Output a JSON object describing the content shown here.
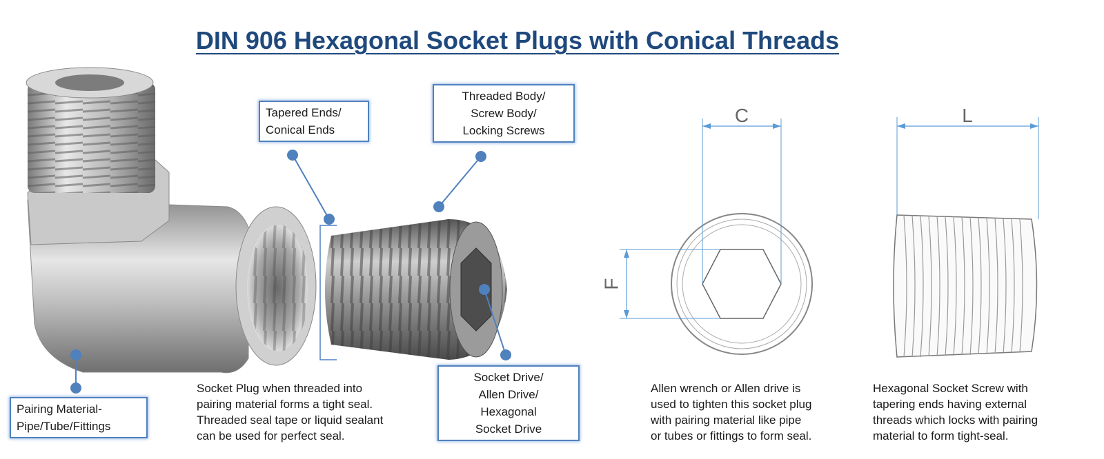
{
  "title": "DIN 906 Hexagonal Socket Plugs with Conical Threads",
  "labels": {
    "tapered": [
      "Tapered Ends/",
      "Conical Ends"
    ],
    "threaded": [
      "Threaded Body/",
      "Screw Body/",
      "Locking Screws"
    ],
    "pairing": [
      "Pairing Material-",
      "Pipe/Tube/Fittings"
    ],
    "socket_drive": [
      "Socket Drive/",
      "Allen Drive/",
      "Hexagonal",
      "Socket Drive"
    ]
  },
  "captions": {
    "seal": [
      "Socket Plug  when threaded into",
      "pairing material forms a tight seal.",
      "Threaded seal tape or liquid sealant",
      "can be used for perfect seal."
    ],
    "allen": [
      "Allen wrench or Allen drive  is",
      "used  to tighten this socket plug",
      "with pairing material like pipe",
      "or tubes or fittings to form seal."
    ],
    "hex_screw": [
      "Hexagonal Socket Screw with",
      "tapering ends having external",
      "threads which locks with pairing",
      "material to form tight-seal."
    ]
  },
  "dimensions": {
    "c": "C",
    "f": "F",
    "l": "L"
  },
  "colors": {
    "title": "#1f497d",
    "box_border": "#4f81bd",
    "dot": "#4f81bd",
    "dim_line": "#5b9bd5"
  }
}
